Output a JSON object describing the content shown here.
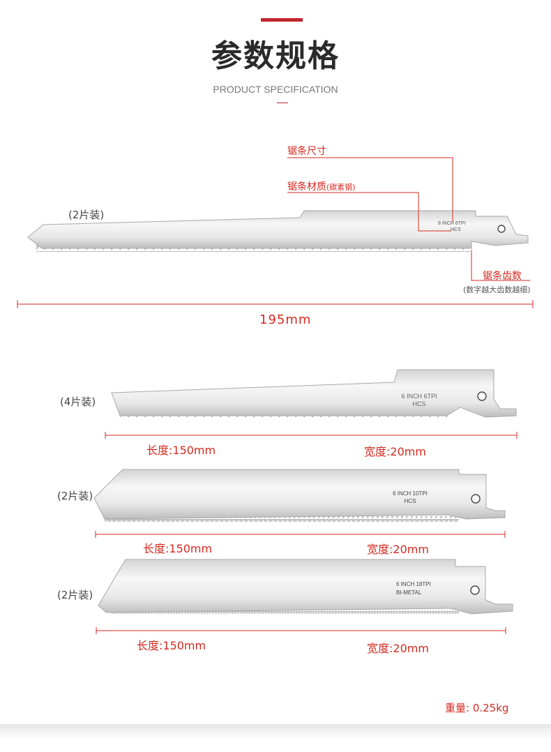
{
  "header": {
    "title": "参数规格",
    "subtitle": "PRODUCT SPECIFICATION",
    "accent_color": "#c0262d"
  },
  "callouts": {
    "size": "锯条尺寸",
    "material": "锯条材质",
    "material_note": "(碳素钢)",
    "teeth": "锯条齿数",
    "teeth_note": "(数字越大齿数越细)"
  },
  "blades": [
    {
      "pack": "(2片装)",
      "stamp_line1": "8 INCH 6TPI",
      "stamp_line2": "HCS",
      "total_length": "195mm"
    },
    {
      "pack": "(4片装)",
      "stamp_line1": "6 INCH 6TPI",
      "stamp_line2": "HCS",
      "length_label": "长度:150mm",
      "width_label": "宽度:20mm"
    },
    {
      "pack": "(2片装)",
      "stamp_line1": "6 INCH 10TPI",
      "stamp_line2": "HCS",
      "length_label": "长度:150mm",
      "width_label": "宽度:20mm"
    },
    {
      "pack": "(2片装)",
      "stamp_line1": "6 INCH  18TPI",
      "stamp_line2": "BI-METAL",
      "length_label": "长度:150mm",
      "width_label": "宽度:20mm"
    }
  ],
  "footer": {
    "weight": "重量:  0.25kg"
  }
}
